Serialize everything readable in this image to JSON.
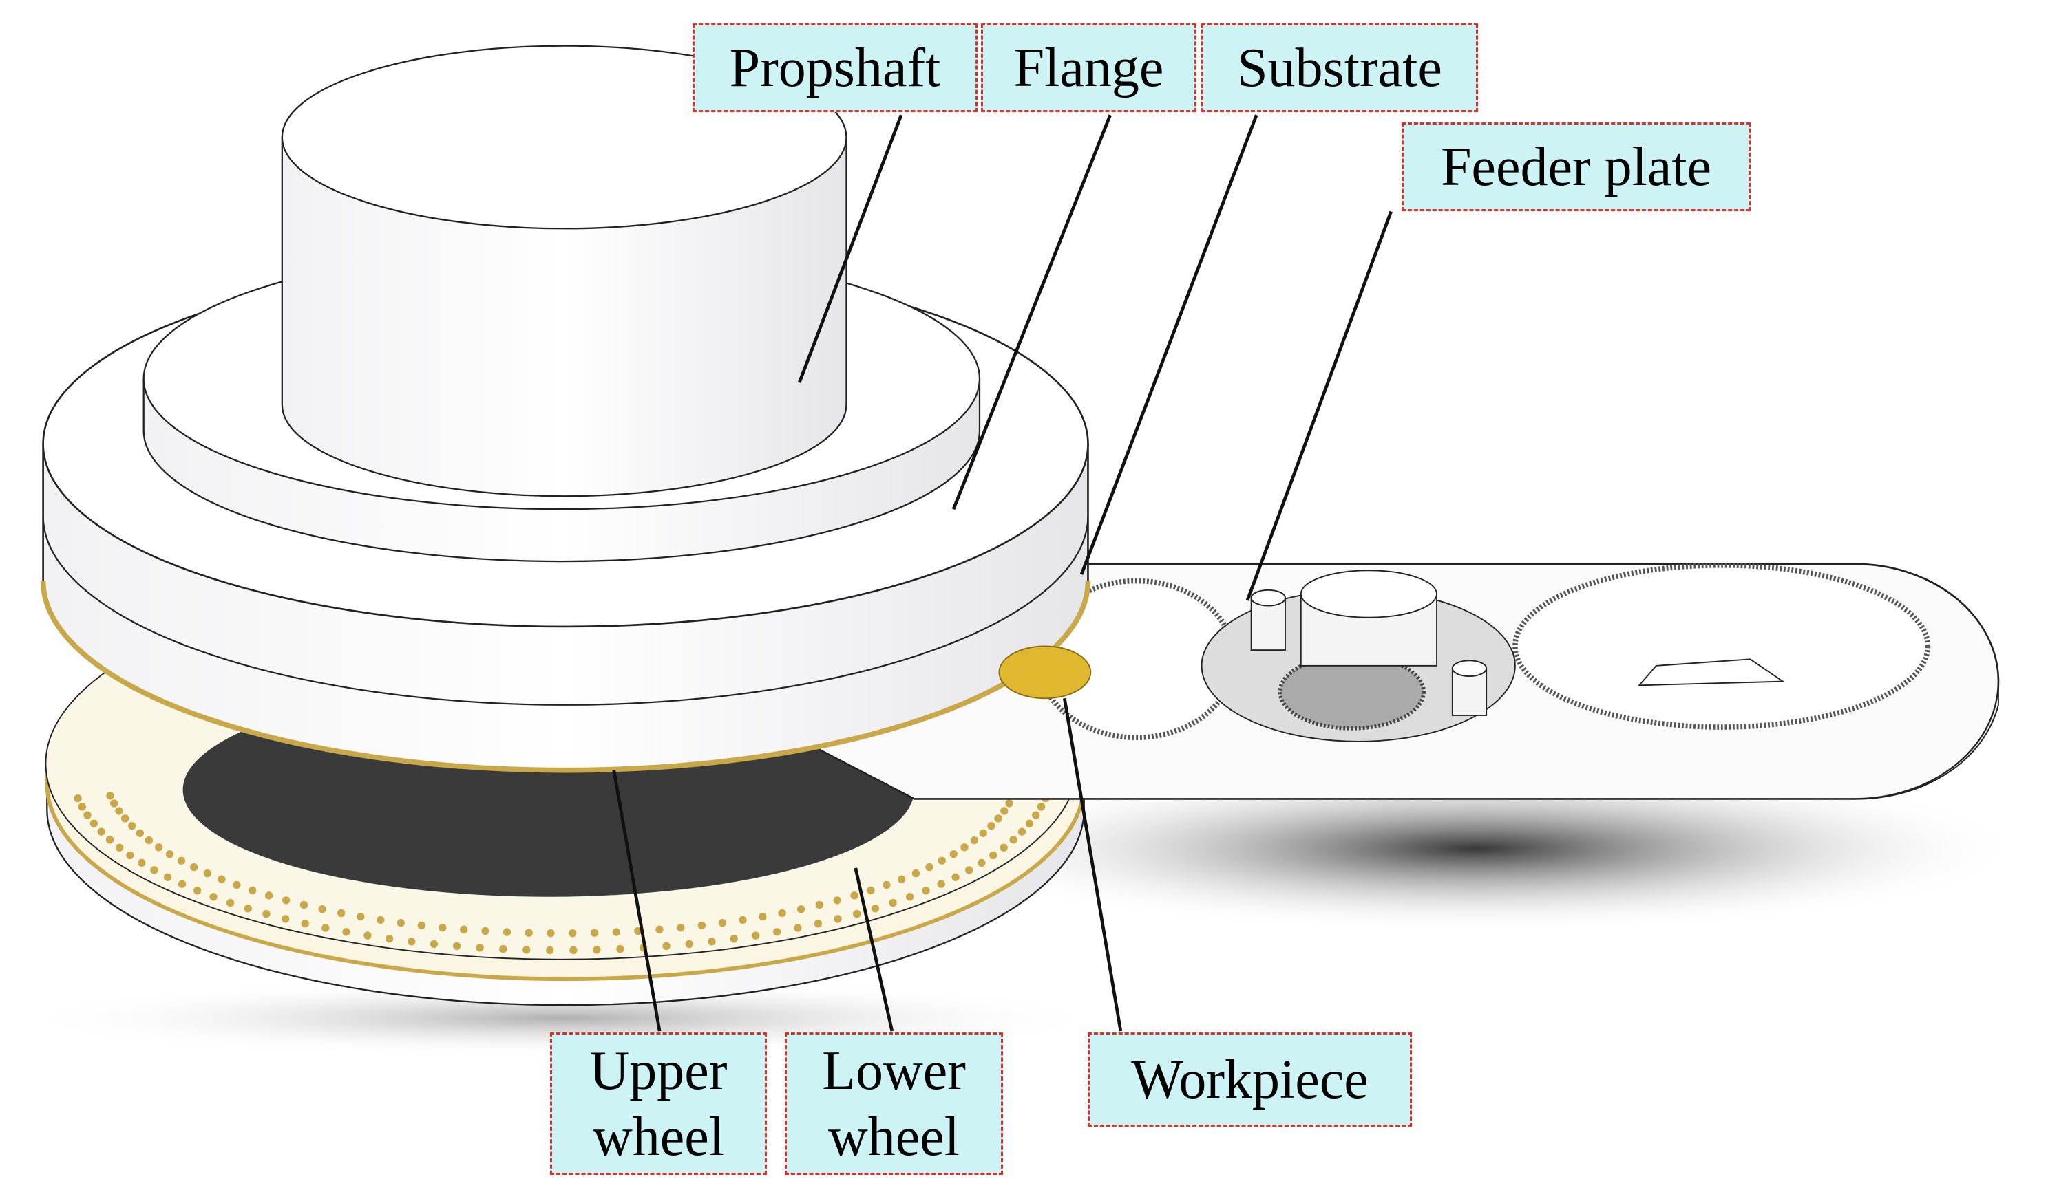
{
  "labels": {
    "propshaft": "Propshaft",
    "flange": "Flange",
    "substrate": "Substrate",
    "feeder_plate": "Feeder plate",
    "upper_wheel": "Upper\nwheel",
    "lower_wheel": "Lower\nwheel",
    "workpiece": "Workpiece"
  },
  "colors": {
    "label_fill": "#cdf3f5",
    "label_border": "#d9302a",
    "wheel_rim": "#c9a84a",
    "workpiece": "#e0b830"
  }
}
